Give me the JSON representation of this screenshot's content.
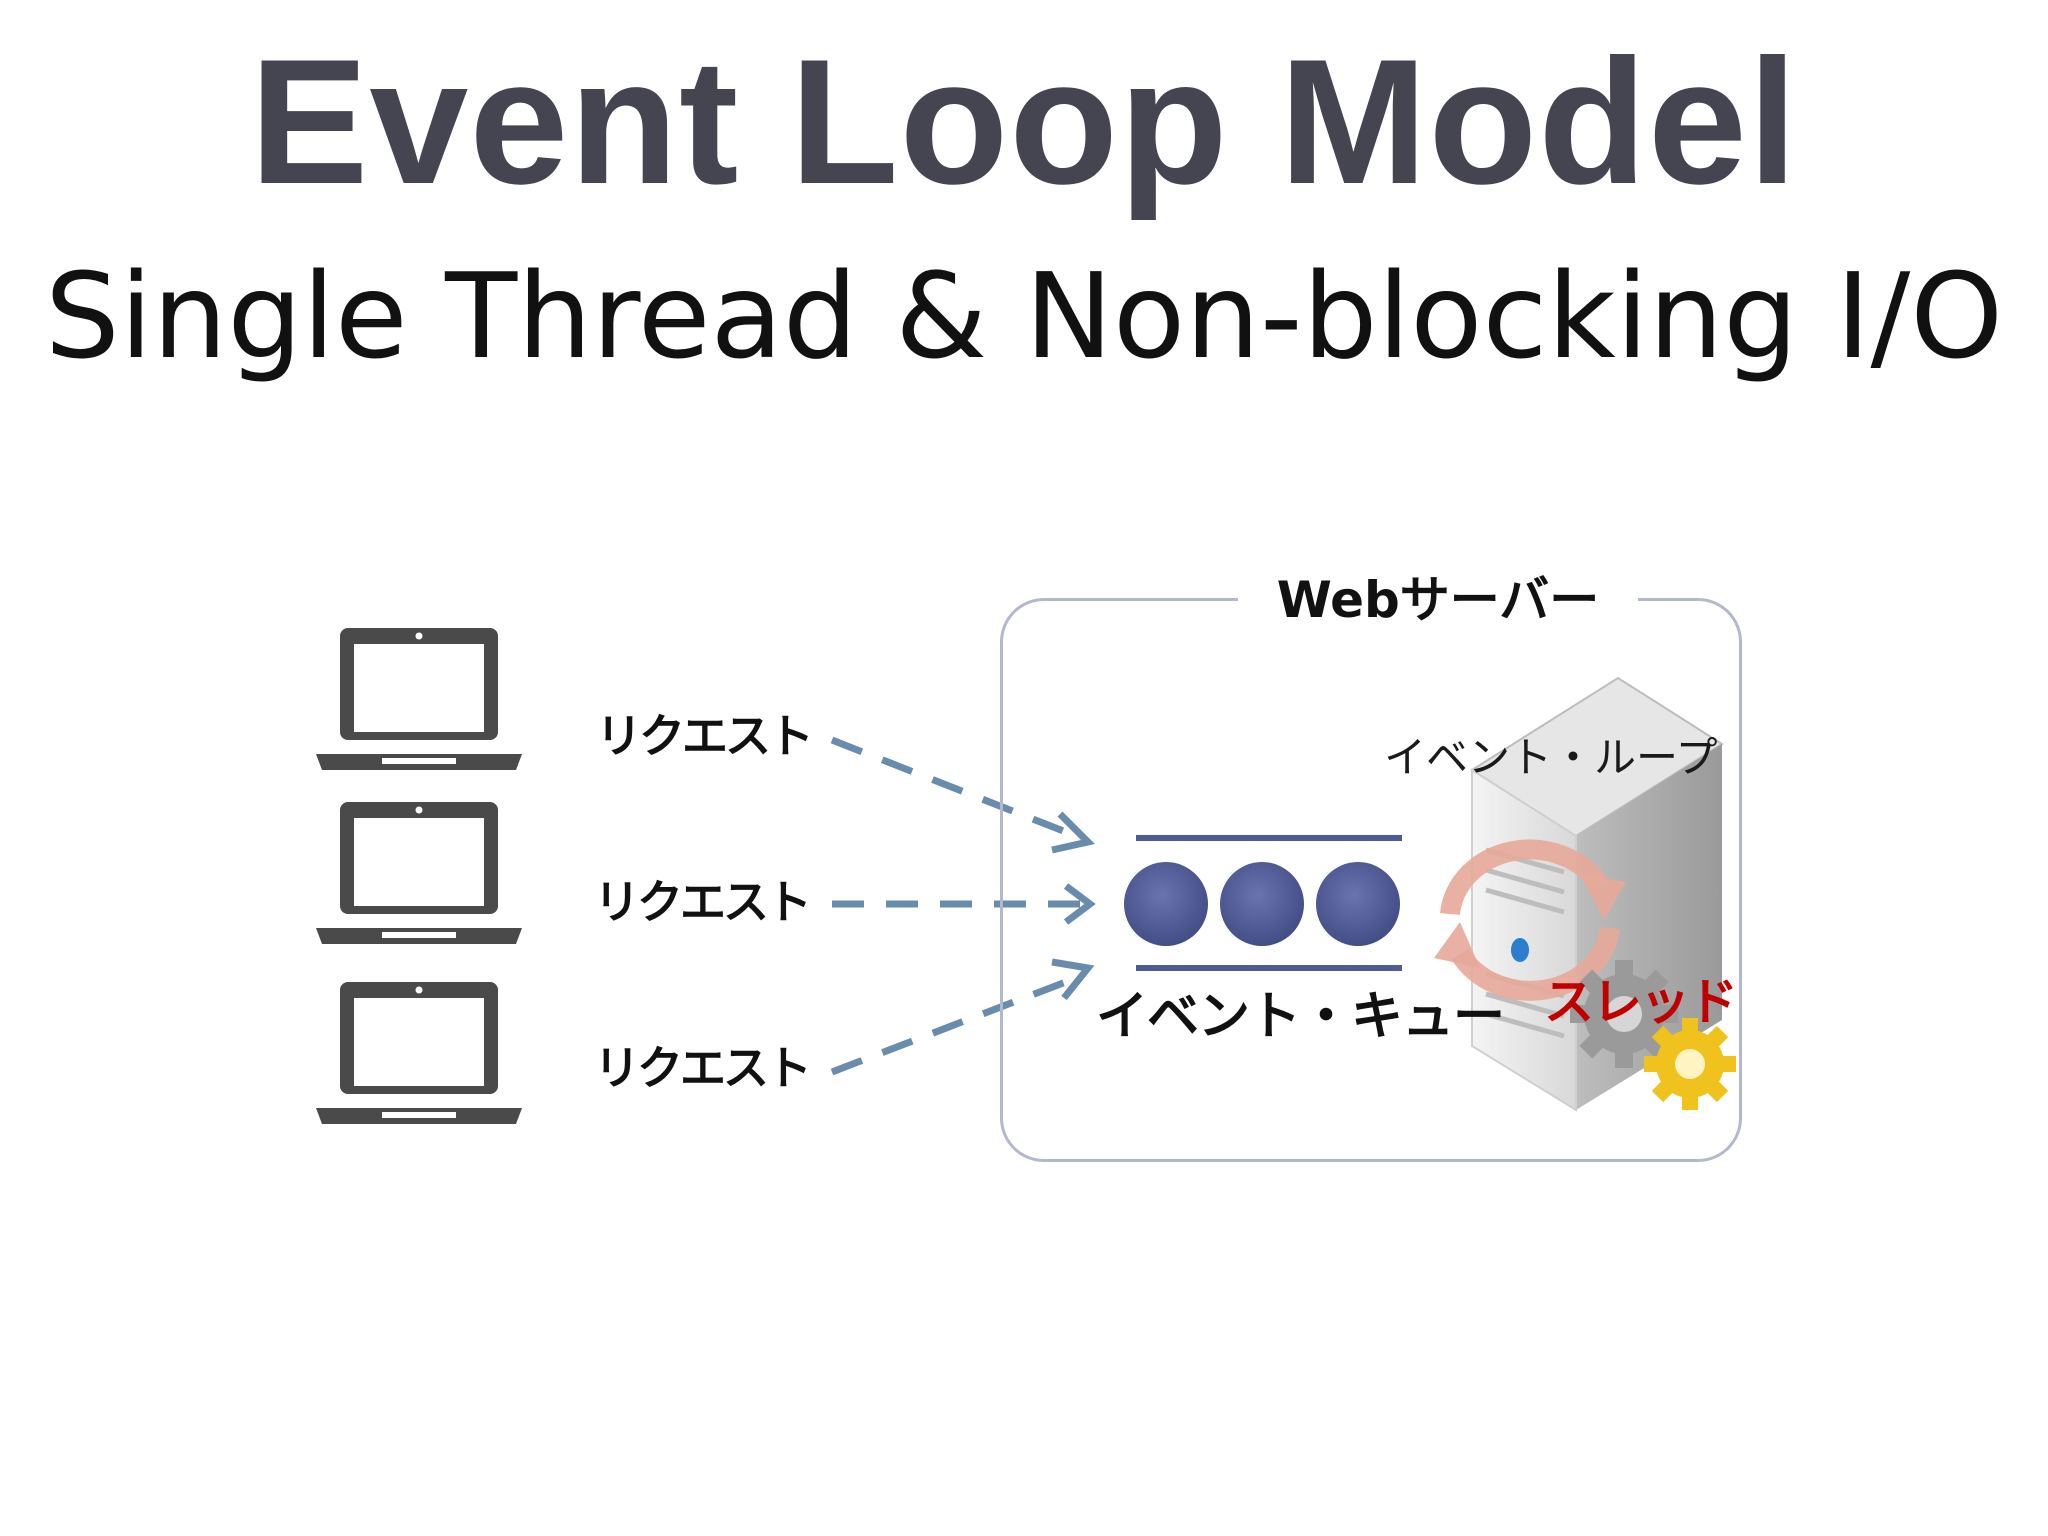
{
  "slide": {
    "title": "Event Loop Model",
    "subtitle": "Single Thread & Non-blocking I/O"
  },
  "clients": [
    {
      "icon": "laptop-icon",
      "request_label": "リクエスト"
    },
    {
      "icon": "laptop-icon",
      "request_label": "リクエスト"
    },
    {
      "icon": "laptop-icon",
      "request_label": "リクエスト"
    }
  ],
  "server": {
    "title": "Webサーバー",
    "event_loop_label": "イベント・ループ",
    "event_queue_label": "イベント・キュー",
    "thread_label": "スレッド",
    "icons": [
      "server-icon",
      "loop-arrows-icon",
      "gear-icon"
    ]
  },
  "colors": {
    "title": "#454552",
    "arrow": "#6a8cac",
    "queue_dot": "#4f5a95",
    "frame": "#b4b8cc",
    "thread_label": "#c00000",
    "loop_arrows": "#e7a89a",
    "laptop": "#4a4a4a"
  }
}
